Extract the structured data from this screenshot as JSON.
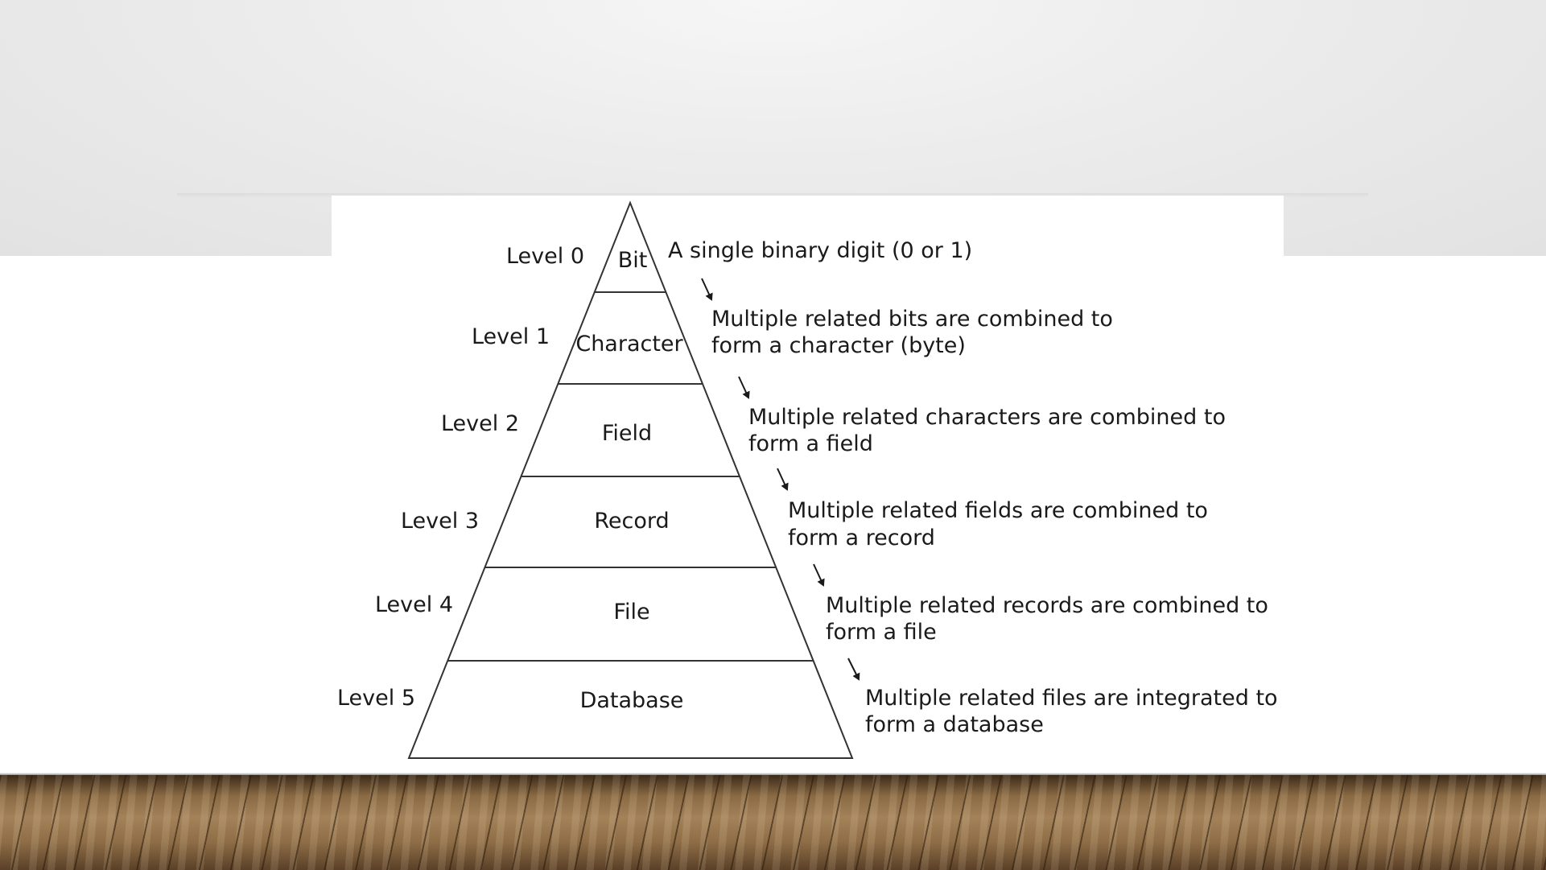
{
  "levels": [
    {
      "level_label": "Level 0",
      "name": "Bit",
      "description_lines": [
        "A single binary digit (0 or 1)"
      ]
    },
    {
      "level_label": "Level 1",
      "name": "Character",
      "description_lines": [
        "Multiple related bits are combined to",
        "form a character (byte)"
      ]
    },
    {
      "level_label": "Level 2",
      "name": "Field",
      "description_lines": [
        "Multiple related characters are combined to",
        "form a field"
      ]
    },
    {
      "level_label": "Level 3",
      "name": "Record",
      "description_lines": [
        "Multiple related fields are combined to",
        "form a record"
      ]
    },
    {
      "level_label": "Level 4",
      "name": "File",
      "description_lines": [
        "Multiple related records are combined to",
        "form a file"
      ]
    },
    {
      "level_label": "Level 5",
      "name": "Database",
      "description_lines": [
        "Multiple related files are integrated to",
        "form a database"
      ]
    }
  ]
}
